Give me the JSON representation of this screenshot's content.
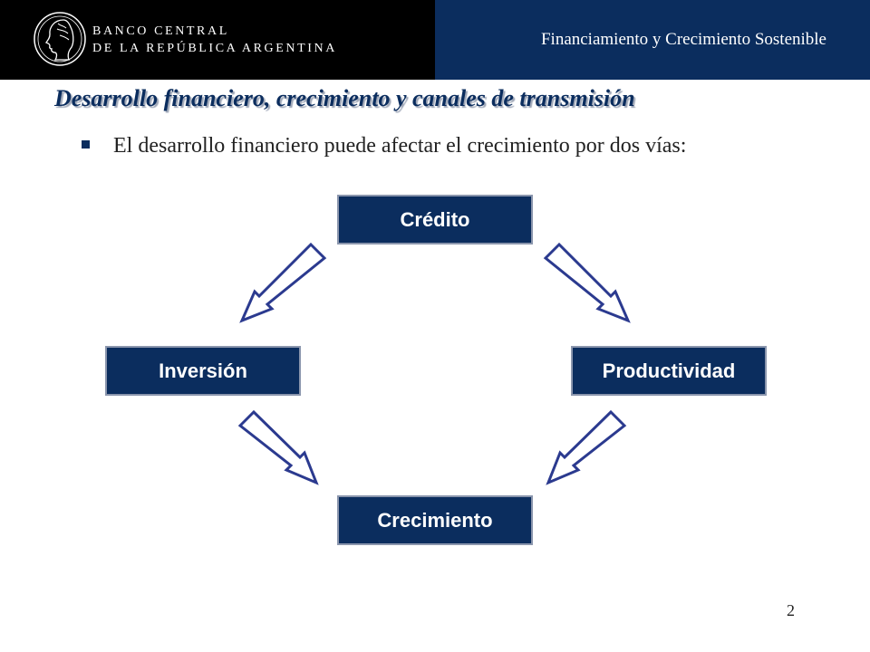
{
  "header": {
    "bank_line1": "BANCO CENTRAL",
    "bank_line2": "DE LA REPÚBLICA ARGENTINA",
    "presentation_title": "Financiamiento y Crecimiento Sostenible",
    "logo_icon": "effigy-profile-icon"
  },
  "slide": {
    "title": "Desarrollo financiero, crecimiento y canales de transmisión",
    "bullet": "El desarrollo financiero puede afectar el crecimiento por dos vías:",
    "page_number": "2"
  },
  "diagram": {
    "nodes": {
      "credito": "Crédito",
      "inversion": "Inversión",
      "productividad": "Productividad",
      "crecimiento": "Crecimiento"
    },
    "edges": [
      {
        "from": "credito",
        "to": "inversion"
      },
      {
        "from": "credito",
        "to": "productividad"
      },
      {
        "from": "inversion",
        "to": "crecimiento"
      },
      {
        "from": "productividad",
        "to": "crecimiento"
      }
    ]
  },
  "colors": {
    "navy": "#0b2d5e",
    "node_border": "#8b96ad",
    "arrow_stroke": "#2b3a8f",
    "header_black": "#000000"
  }
}
